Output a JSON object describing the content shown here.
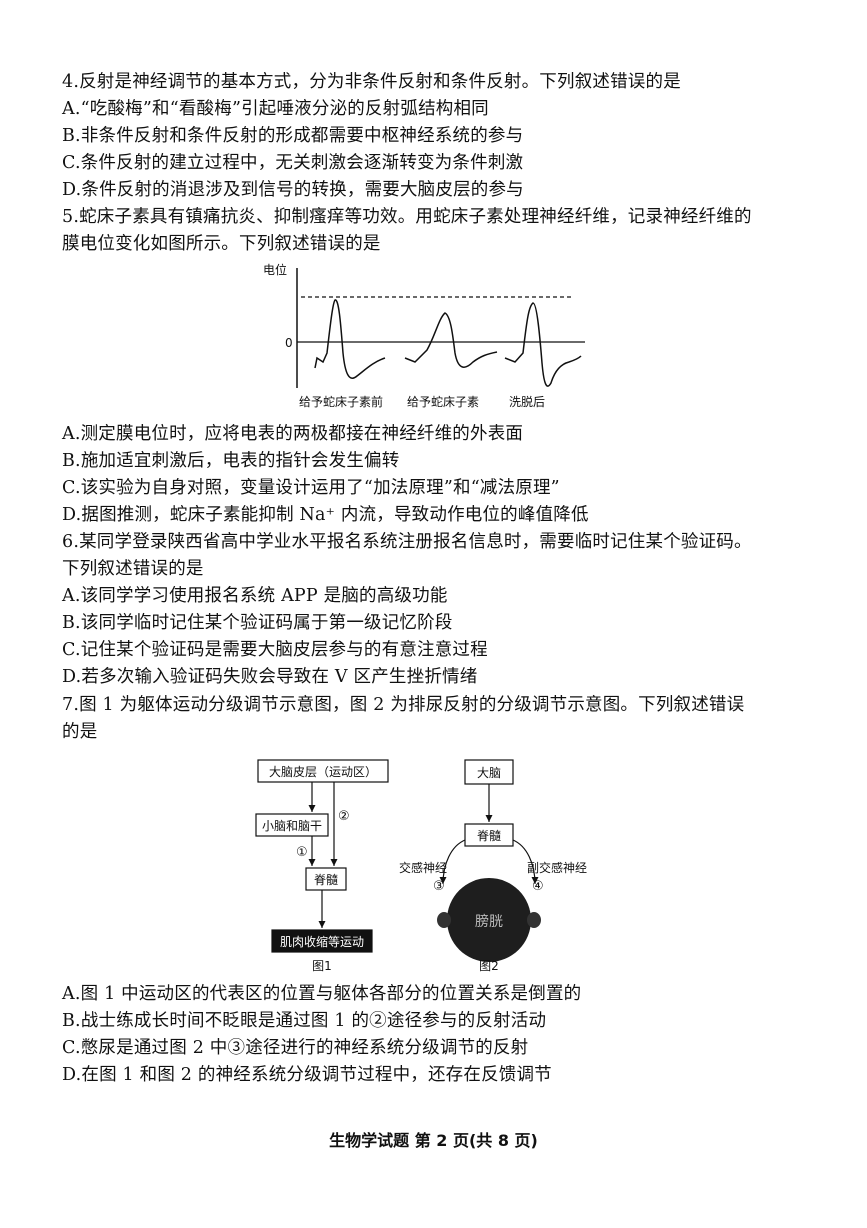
{
  "q4": {
    "stem": "4.反射是神经调节的基本方式，分为非条件反射和条件反射。下列叙述错误的是",
    "options": [
      "A.“吃酸梅”和“看酸梅”引起唾液分泌的反射弧结构相同",
      "B.非条件反射和条件反射的形成都需要中枢神经系统的参与",
      "C.条件反射的建立过程中，无关刺激会逐渐转变为条件刺激",
      "D.条件反射的消退涉及到信号的转换，需要大脑皮层的参与"
    ]
  },
  "q5": {
    "stem_line1": "5.蛇床子素具有镇痛抗炎、抑制瘙痒等功效。用蛇床子素处理神经纤维，记录神经纤维的",
    "stem_line2": "膜电位变化如图所示。下列叙述错误的是",
    "figure": {
      "y_axis_label": "电位",
      "zero_label": "0",
      "trace_labels": [
        "给予蛇床子素前",
        "给予蛇床子素",
        "洗脱后"
      ]
    },
    "options": [
      "A.测定膜电位时，应将电表的两极都接在神经纤维的外表面",
      "B.施加适宜刺激后，电表的指针会发生偏转",
      "C.该实验为自身对照，变量设计运用了“加法原理”和“减法原理”",
      "D.据图推测，蛇床子素能抑制 Na⁺ 内流，导致动作电位的峰值降低"
    ]
  },
  "q6": {
    "stem_line1": "6.某同学登录陕西省高中学业水平报名系统注册报名信息时，需要临时记住某个验证码。",
    "stem_line2": "下列叙述错误的是",
    "options": [
      "A.该同学学习使用报名系统 APP 是脑的高级功能",
      "B.该同学临时记住某个验证码属于第一级记忆阶段",
      "C.记住某个验证码是需要大脑皮层参与的有意注意过程",
      "D.若多次输入验证码失败会导致在 V 区产生挫折情绪"
    ]
  },
  "q7": {
    "stem_line1": "7.图 1 为躯体运动分级调节示意图，图 2 为排尿反射的分级调节示意图。下列叙述错误",
    "stem_line2": "的是",
    "fig1": {
      "box_cortex": "大脑皮层（运动区）",
      "box_cerebellum": "小脑和脑干",
      "box_spinal": "脊髓",
      "box_muscle": "肌肉收缩等运动",
      "path1": "①",
      "path2": "②",
      "caption": "图1"
    },
    "fig2": {
      "box_brain": "大脑",
      "box_spinal": "脊髓",
      "sympathetic": "交感神经",
      "parasympathetic": "副交感神经",
      "path3": "③",
      "path4": "④",
      "bladder": "膀胱",
      "caption": "图2"
    },
    "options": [
      "A.图 1 中运动区的代表区的位置与躯体各部分的位置关系是倒置的",
      "B.战士练成长时间不眨眼是通过图 1 的②途径参与的反射活动",
      "C.憋尿是通过图 2 中③途径进行的神经系统分级调节的反射",
      "D.在图 1 和图 2 的神经系统分级调节过程中，还存在反馈调节"
    ]
  },
  "footer": "生物学试题 第 2 页(共 8 页)"
}
